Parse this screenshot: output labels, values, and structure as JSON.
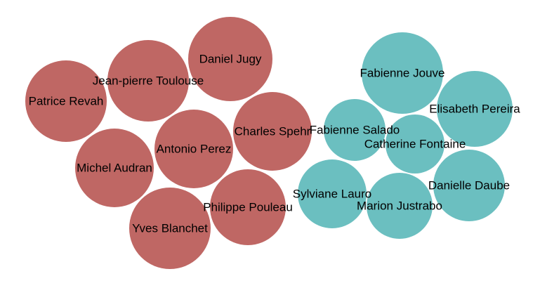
{
  "colors": {
    "group_red": "#bf6764",
    "group_teal": "#6bbfc0",
    "label": "#000000",
    "background": "#ffffff"
  },
  "bubbles": [
    {
      "id": "patrice-revah",
      "label": "Patrice Revah",
      "group": "red"
    },
    {
      "id": "jean-pierre-toulouse",
      "label": "Jean-pierre Toulouse",
      "group": "red"
    },
    {
      "id": "daniel-jugy",
      "label": "Daniel Jugy",
      "group": "red"
    },
    {
      "id": "michel-audran",
      "label": "Michel Audran",
      "group": "red"
    },
    {
      "id": "antonio-perez",
      "label": "Antonio Perez",
      "group": "red"
    },
    {
      "id": "charles-spehr",
      "label": "Charles Spehr",
      "group": "red"
    },
    {
      "id": "yves-blanchet",
      "label": "Yves Blanchet",
      "group": "red"
    },
    {
      "id": "philippe-pouleau",
      "label": "Philippe Pouleau",
      "group": "red"
    },
    {
      "id": "fabienne-jouve",
      "label": "Fabienne Jouve",
      "group": "teal"
    },
    {
      "id": "elisabeth-pereira",
      "label": "Elisabeth Pereira",
      "group": "teal"
    },
    {
      "id": "fabienne-salado",
      "label": "Fabienne Salado",
      "group": "teal"
    },
    {
      "id": "catherine-fontaine",
      "label": "Catherine Fontaine",
      "group": "teal"
    },
    {
      "id": "sylviane-lauro",
      "label": "Sylviane Lauro",
      "group": "teal"
    },
    {
      "id": "danielle-daube",
      "label": "Danielle Daube",
      "group": "teal"
    },
    {
      "id": "marion-justrabo",
      "label": "Marion Justrabo",
      "group": "teal"
    }
  ]
}
